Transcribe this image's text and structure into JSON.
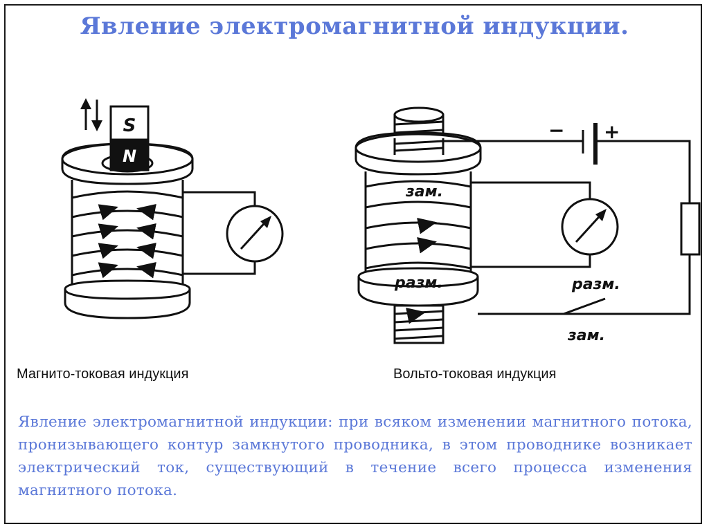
{
  "title": "Явление электромагнитной индукции.",
  "left_figure": {
    "caption": "Магнито-токовая индукция",
    "magnet_top": "S",
    "magnet_bottom": "N"
  },
  "right_figure": {
    "caption": "Вольто-токовая индукция",
    "label_coil_top": "зам.",
    "label_coil_bottom": "разм.",
    "label_switch_open": "разм.",
    "label_switch_closed": "зам.",
    "battery_minus": "−",
    "battery_plus": "+"
  },
  "definition": "Явление электромагнитной индукции: при всяком изменении магнитного потока, пронизывающего контур замкнутого проводника, в этом проводнике возникает электрический ток, существующий в течение всего процесса изменения магнитного потока."
}
